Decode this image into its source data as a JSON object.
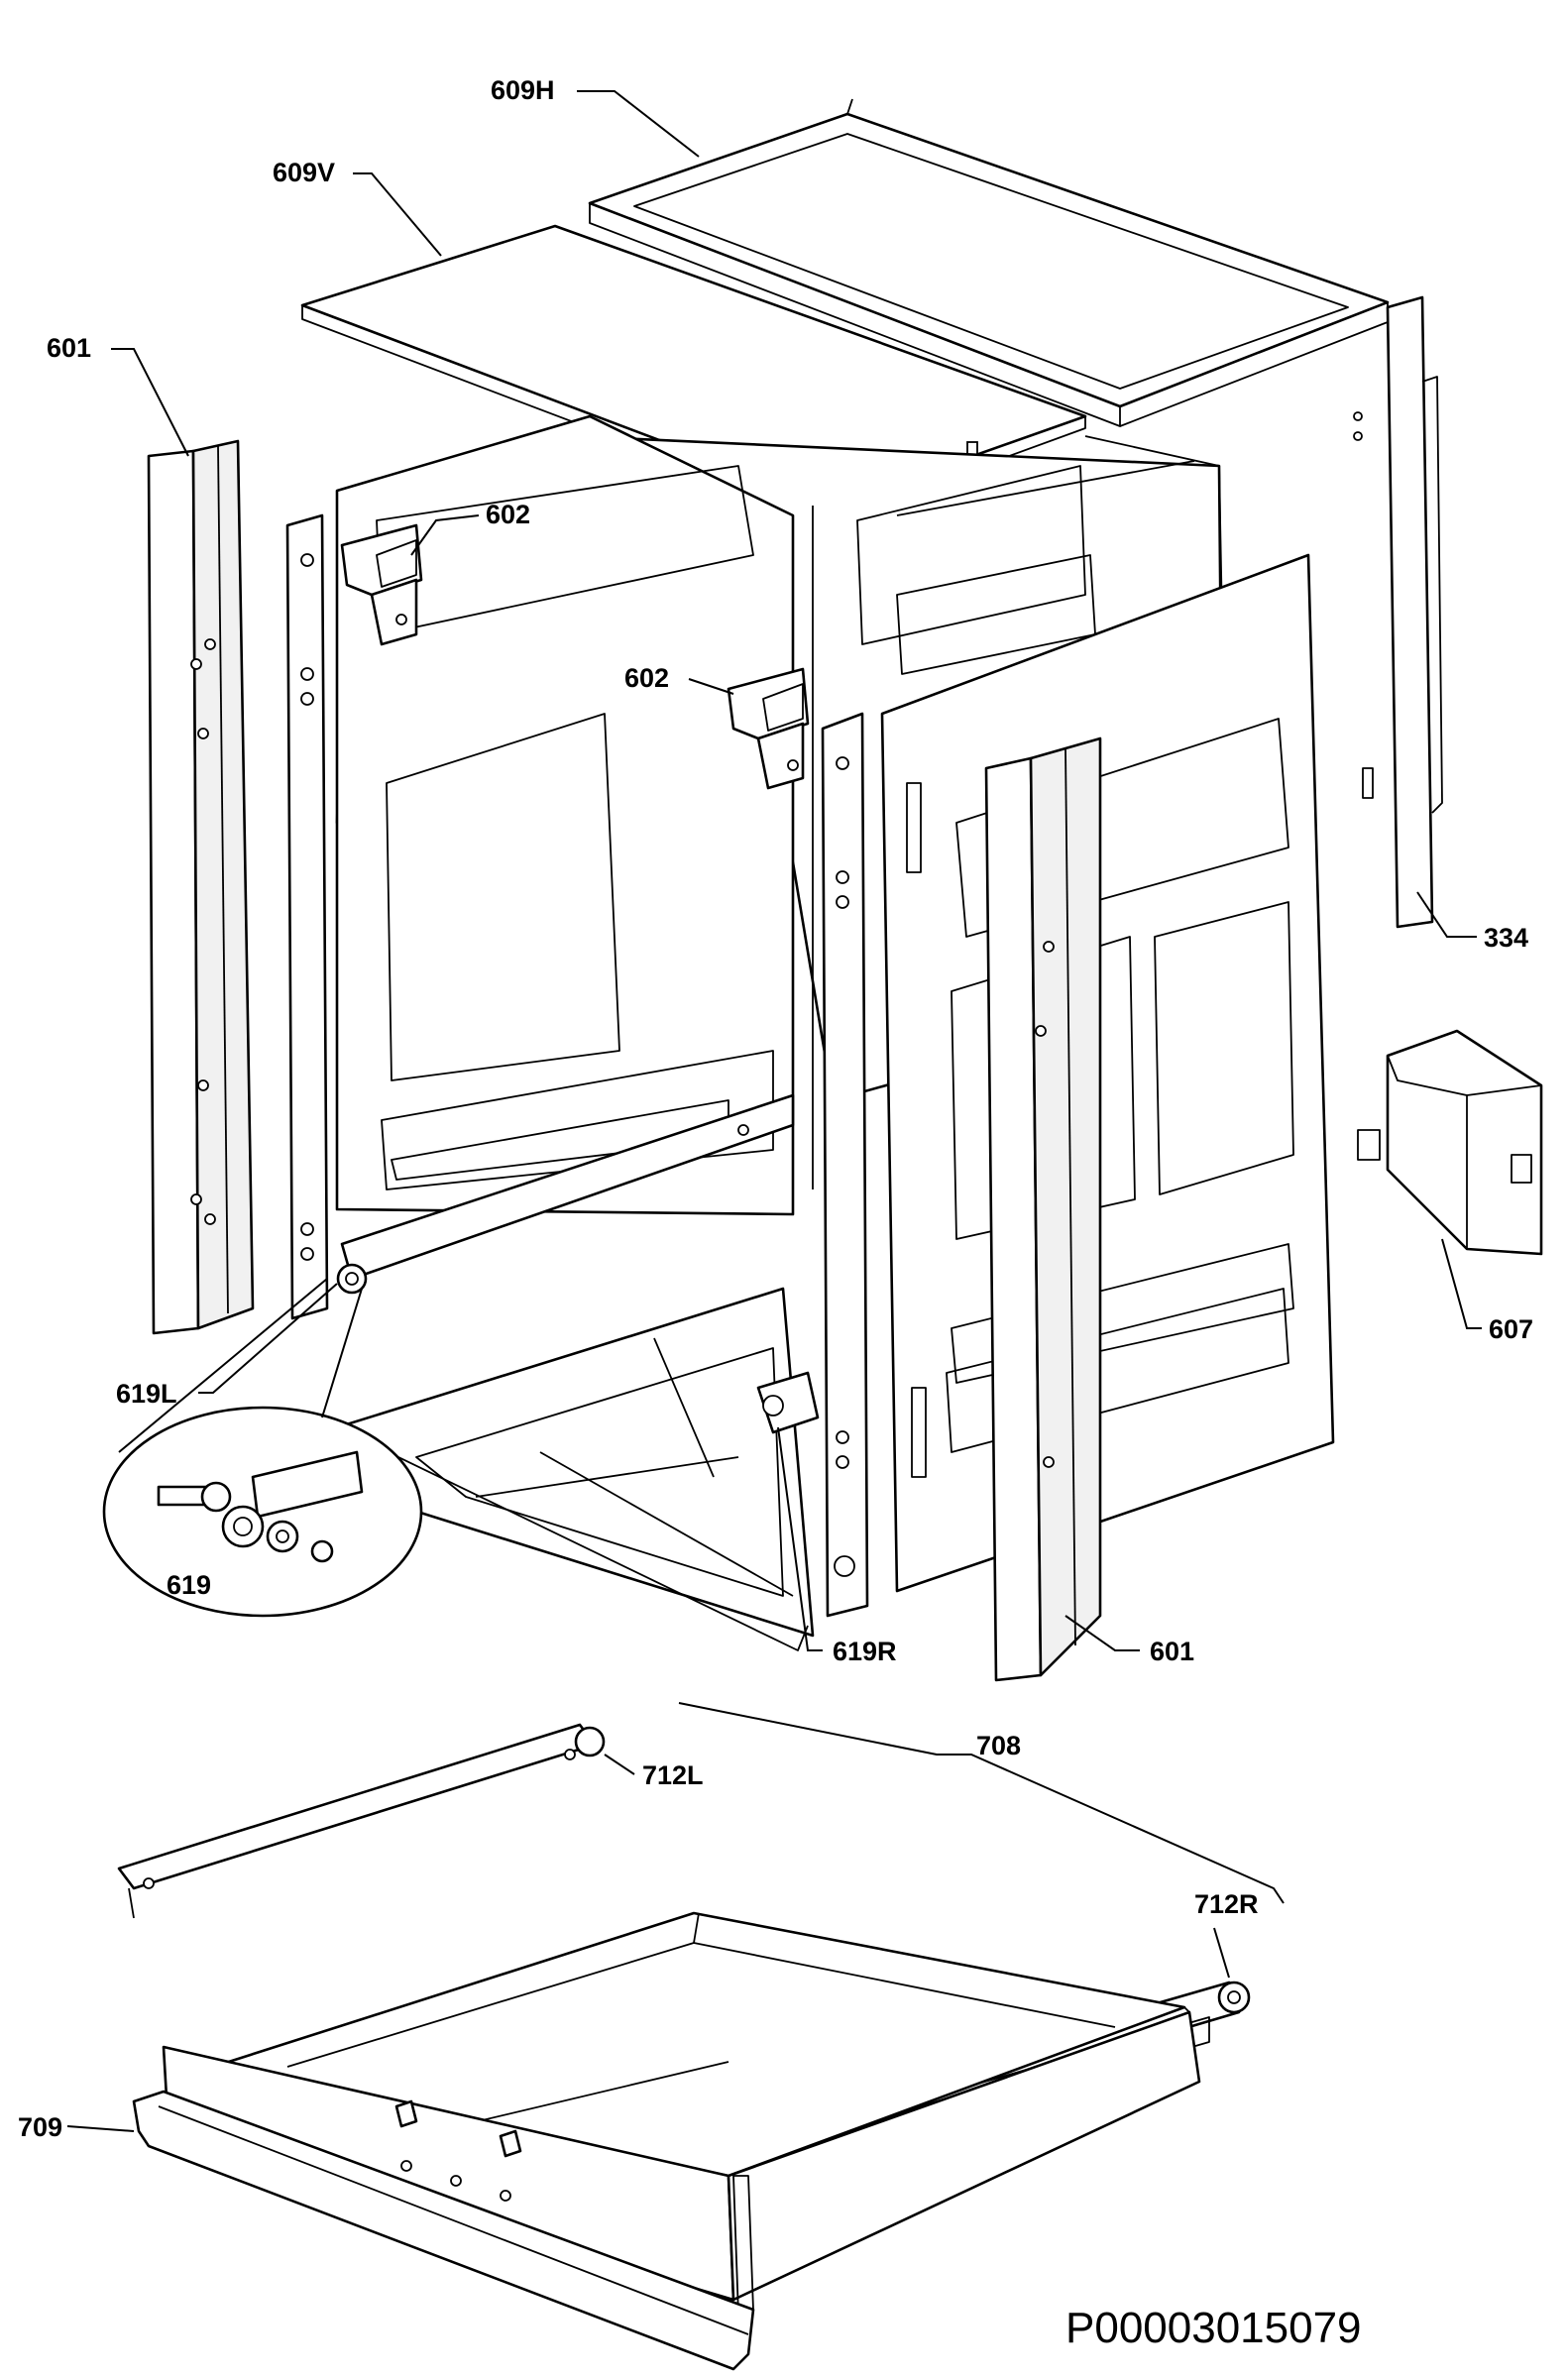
{
  "figure": {
    "document_code": "P00003015079"
  },
  "callouts": [
    {
      "id": "609H",
      "text": "609H"
    },
    {
      "id": "609V",
      "text": "609V"
    },
    {
      "id": "601-left",
      "text": "601"
    },
    {
      "id": "602-top",
      "text": "602"
    },
    {
      "id": "602-mid",
      "text": "602"
    },
    {
      "id": "334",
      "text": "334"
    },
    {
      "id": "607",
      "text": "607"
    },
    {
      "id": "619L",
      "text": "619L"
    },
    {
      "id": "619",
      "text": "619"
    },
    {
      "id": "619R",
      "text": "619R"
    },
    {
      "id": "601-right",
      "text": "601"
    },
    {
      "id": "712L",
      "text": "712L"
    },
    {
      "id": "708",
      "text": "708"
    },
    {
      "id": "712R",
      "text": "712R"
    },
    {
      "id": "709",
      "text": "709"
    }
  ]
}
